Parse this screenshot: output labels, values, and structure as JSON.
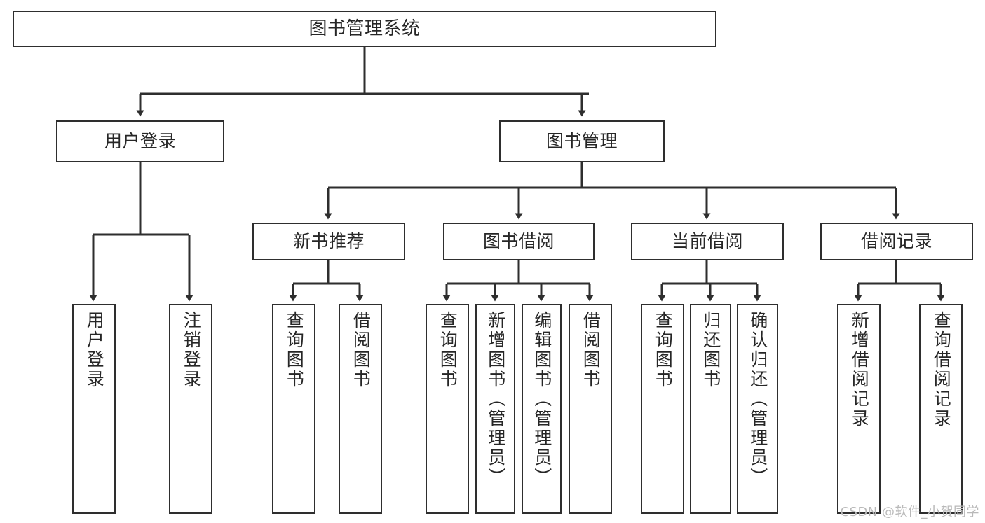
{
  "diagram": {
    "title": "图书管理系统",
    "watermark": "CSDN @软件_小贺同学",
    "levels": {
      "level1": [
        {
          "id": "root",
          "label": "图书管理系统"
        }
      ],
      "level2": [
        {
          "id": "user-login",
          "label": "用户登录"
        },
        {
          "id": "book-manage",
          "label": "图书管理"
        }
      ],
      "level3": [
        {
          "id": "new-book-rec",
          "label": "新书推荐"
        },
        {
          "id": "book-borrow",
          "label": "图书借阅"
        },
        {
          "id": "current-borrow",
          "label": "当前借阅"
        },
        {
          "id": "borrow-record",
          "label": "借阅记录"
        }
      ],
      "leaves": [
        {
          "id": "leaf-user-login",
          "label": "用户登录",
          "parent": "user-login"
        },
        {
          "id": "leaf-logout",
          "label": "注销登录",
          "parent": "user-login"
        },
        {
          "id": "leaf-query-book-1",
          "label": "查询图书",
          "parent": "new-book-rec"
        },
        {
          "id": "leaf-borrow-book-1",
          "label": "借阅图书",
          "parent": "new-book-rec"
        },
        {
          "id": "leaf-query-book-2",
          "label": "查询图书",
          "parent": "book-borrow"
        },
        {
          "id": "leaf-add-book",
          "label": "新增图书（管理员）",
          "parent": "book-borrow"
        },
        {
          "id": "leaf-edit-book",
          "label": "编辑图书（管理员）",
          "parent": "book-borrow"
        },
        {
          "id": "leaf-borrow-book-2",
          "label": "借阅图书",
          "parent": "book-borrow"
        },
        {
          "id": "leaf-query-book-3",
          "label": "查询图书",
          "parent": "current-borrow"
        },
        {
          "id": "leaf-return-book",
          "label": "归还图书",
          "parent": "current-borrow"
        },
        {
          "id": "leaf-confirm-return",
          "label": "确认归还（管理员）",
          "parent": "current-borrow"
        },
        {
          "id": "leaf-add-record",
          "label": "新增借阅记录",
          "parent": "borrow-record"
        },
        {
          "id": "leaf-query-record",
          "label": "查询借阅记录",
          "parent": "borrow-record"
        }
      ]
    },
    "colors": {
      "stroke": "#2e2e2e",
      "box_fill": "#ffffff",
      "text": "#262626",
      "watermark": "#b9b9b9",
      "background": "#ffffff"
    }
  }
}
